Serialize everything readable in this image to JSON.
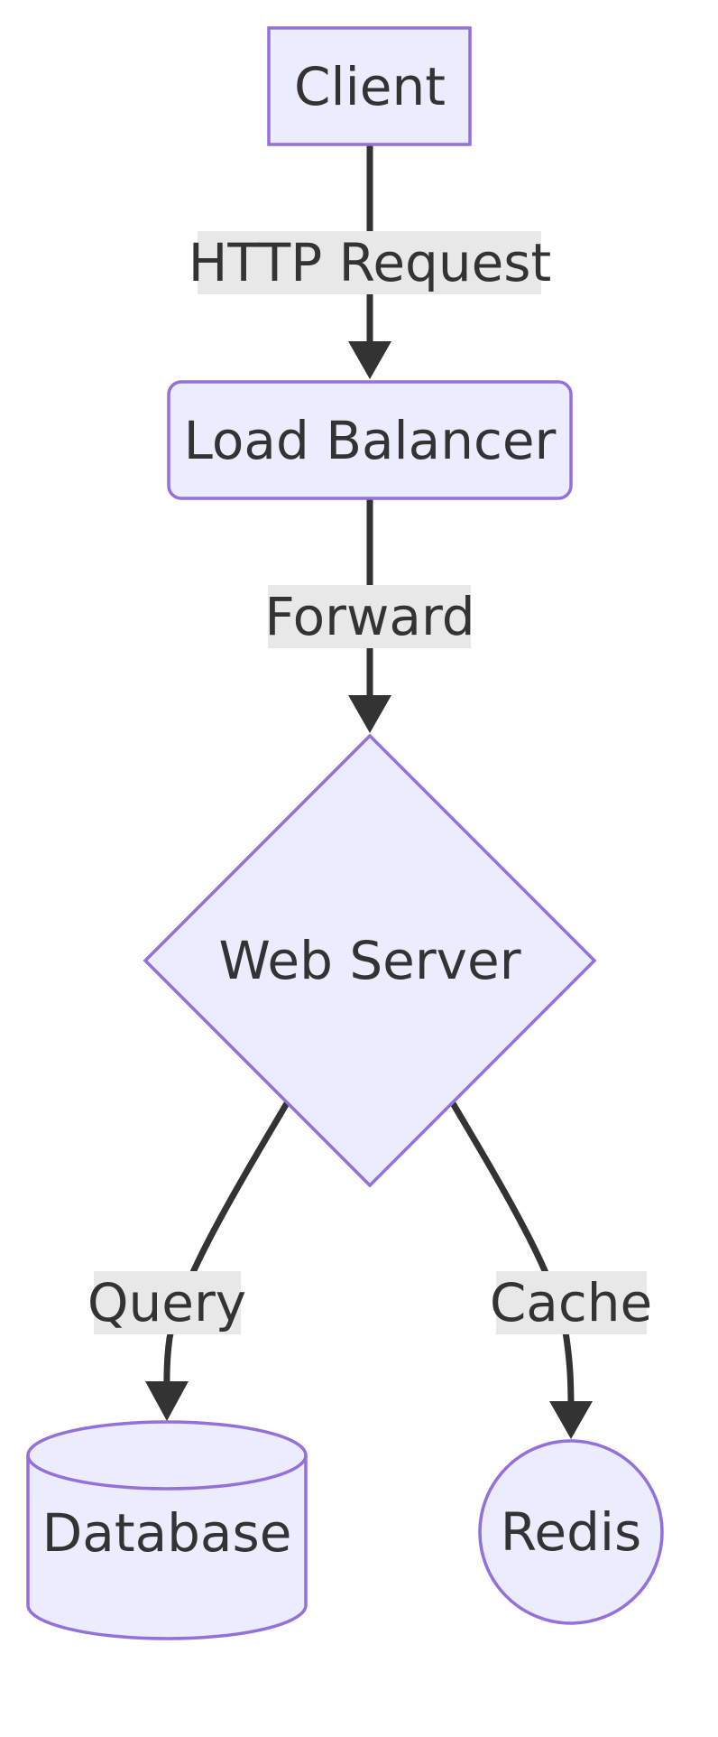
{
  "diagram": {
    "type": "flowchart",
    "direction": "top-to-bottom",
    "colors": {
      "node_fill": "#ececff",
      "node_stroke": "#9370db",
      "edge": "#333333",
      "edge_label_bg": "#e8e8e8",
      "text": "#333333",
      "background": "#ffffff"
    },
    "nodes": {
      "client": {
        "label": "Client",
        "shape": "rectangle"
      },
      "load_balancer": {
        "label": "Load Balancer",
        "shape": "rounded-rectangle"
      },
      "web_server": {
        "label": "Web Server",
        "shape": "diamond"
      },
      "database": {
        "label": "Database",
        "shape": "cylinder"
      },
      "redis": {
        "label": "Redis",
        "shape": "circle"
      }
    },
    "edges": {
      "http_request": {
        "from": "Client",
        "to": "Load Balancer",
        "label": "HTTP Request"
      },
      "forward": {
        "from": "Load Balancer",
        "to": "Web Server",
        "label": "Forward"
      },
      "query": {
        "from": "Web Server",
        "to": "Database",
        "label": "Query"
      },
      "cache": {
        "from": "Web Server",
        "to": "Redis",
        "label": "Cache"
      }
    }
  }
}
